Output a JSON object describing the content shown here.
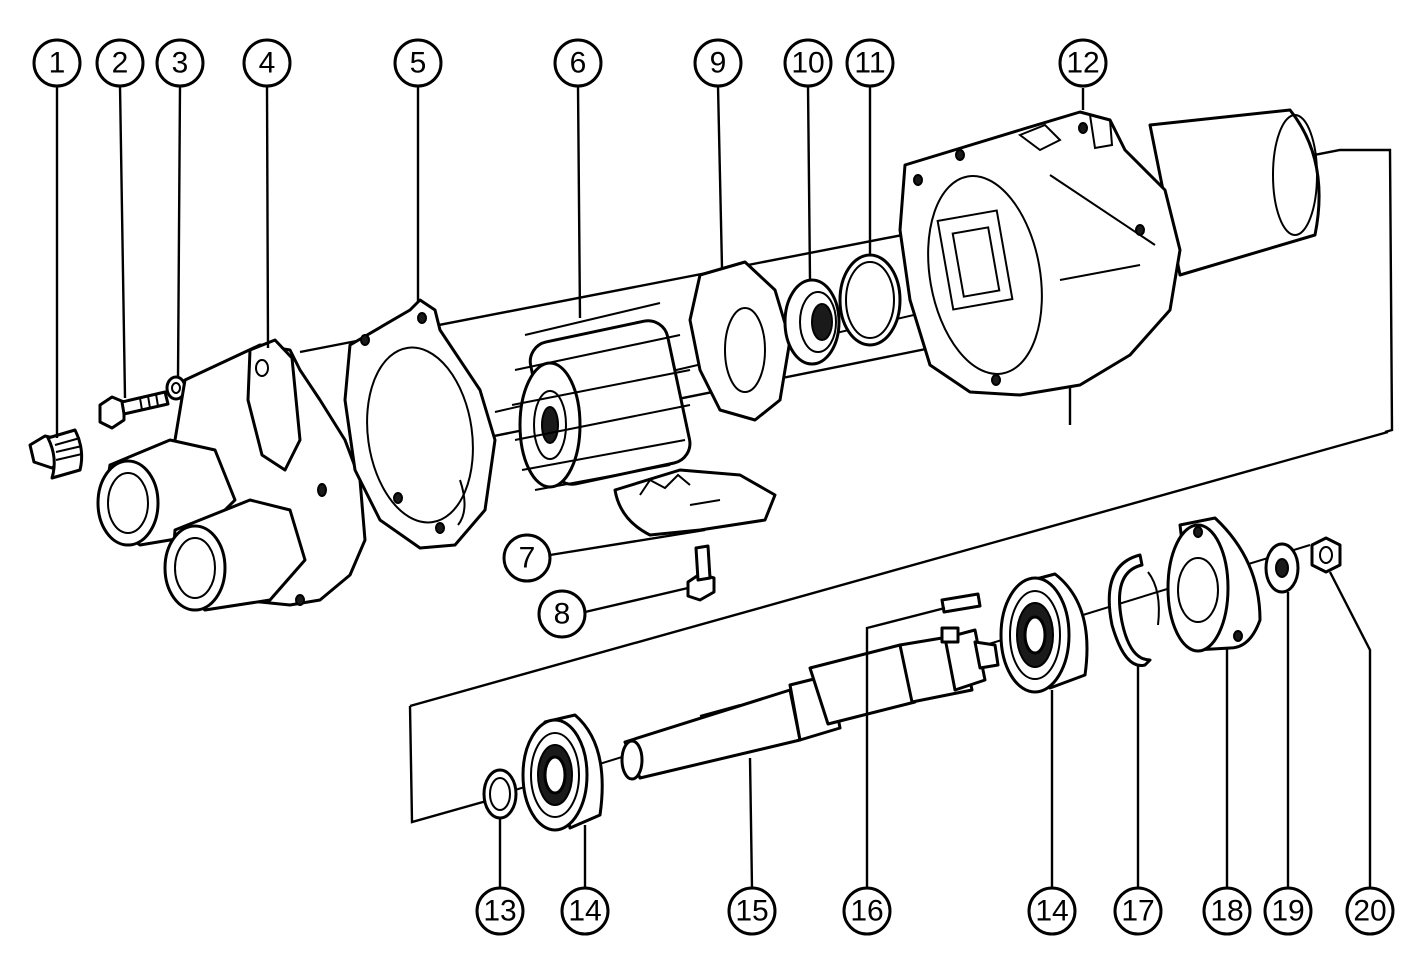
{
  "colors": {
    "line": "#000000",
    "background": "#ffffff"
  },
  "callouts": [
    {
      "id": "1",
      "label": "1"
    },
    {
      "id": "2",
      "label": "2"
    },
    {
      "id": "3",
      "label": "3"
    },
    {
      "id": "4",
      "label": "4"
    },
    {
      "id": "5",
      "label": "5"
    },
    {
      "id": "6",
      "label": "6"
    },
    {
      "id": "7",
      "label": "7"
    },
    {
      "id": "8",
      "label": "8"
    },
    {
      "id": "9",
      "label": "9"
    },
    {
      "id": "10",
      "label": "10"
    },
    {
      "id": "11",
      "label": "11"
    },
    {
      "id": "12",
      "label": "12"
    },
    {
      "id": "13",
      "label": "13"
    },
    {
      "id": "14a",
      "label": "14"
    },
    {
      "id": "15",
      "label": "15"
    },
    {
      "id": "16",
      "label": "16"
    },
    {
      "id": "14b",
      "label": "14"
    },
    {
      "id": "17",
      "label": "17"
    },
    {
      "id": "18",
      "label": "18"
    },
    {
      "id": "19",
      "label": "19"
    },
    {
      "id": "20",
      "label": "20"
    }
  ]
}
